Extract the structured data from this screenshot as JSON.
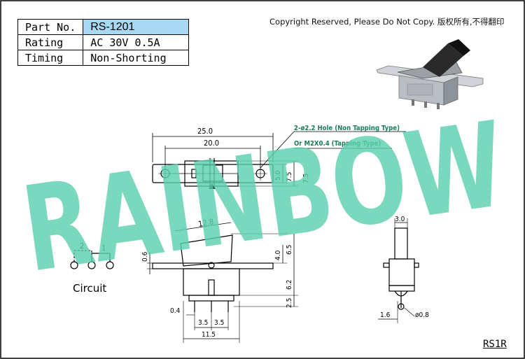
{
  "spec_table": [
    {
      "label": "Part No.",
      "value": "RS-1201"
    },
    {
      "label": "Rating",
      "value": "AC 30V 0.5A"
    },
    {
      "label": "Timing",
      "value": "Non-Shorting"
    }
  ],
  "copyright": "Copyright Reserved, Please Do Not Copy. 版权所有,不得翻印",
  "watermark": "RAINBOW",
  "top_view": {
    "dim_overall": "25.0",
    "dim_holes": "20.0",
    "dim_height_a": "5.0",
    "dim_height_b": "7.5",
    "note_line1": "2-ø2.2 Hole (Non Tapping Type)",
    "note_line2": "Or M2X0.4 (Tapping Type)"
  },
  "front_view": {
    "dim_actuator": "12.8",
    "dim_offset": "0.6",
    "dim_a": "4.0",
    "dim_b": "6.5",
    "dim_c": "6.2",
    "dim_d": "2.5",
    "dim_pin": "0.4",
    "dim_pitch_a": "3.5",
    "dim_pitch_b": "3.5",
    "dim_width": "11.5"
  },
  "side_view": {
    "dim_top": "3.0",
    "dim_left": "1.6",
    "dim_pin": "ø0.8"
  },
  "circuit": {
    "label": "Circuit",
    "pin_a": "2",
    "pin_b": "1"
  },
  "ref_code": "RS1R",
  "colors": {
    "watermark": "#5ccfae",
    "highlight": "#a9d8f3",
    "note": "#1a7d58"
  }
}
